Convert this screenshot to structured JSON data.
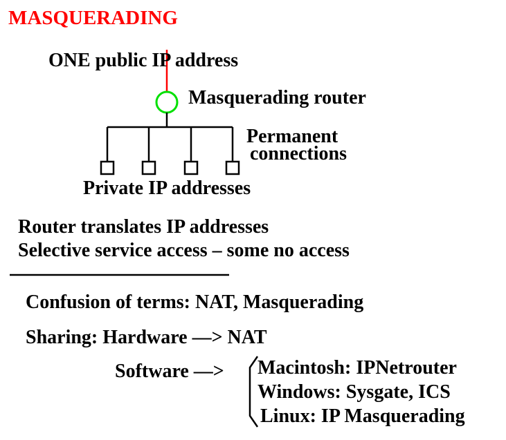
{
  "title": "MASQUERADING",
  "colors": {
    "title": "#ff0000",
    "public_link": "#ff0000",
    "router": "#00e000",
    "ink": "#000000"
  },
  "diagram": {
    "public_ip_label": "ONE public IP address",
    "router_label": "Masquerading router",
    "permanent_label_line1": "Permanent",
    "permanent_label_line2": "connections",
    "private_label": "Private IP addresses",
    "private_host_count": 4
  },
  "notes": [
    "Router translates IP addresses",
    "Selective service access – some no access"
  ],
  "confusion": "Confusion of terms: NAT, Masquerading",
  "sharing": {
    "hardware": "Sharing: Hardware ––> NAT",
    "software": "Software ––>",
    "software_options": [
      "Macintosh: IPNetrouter",
      "Windows: Sysgate, ICS",
      "Linux: IP Masquerading"
    ]
  }
}
